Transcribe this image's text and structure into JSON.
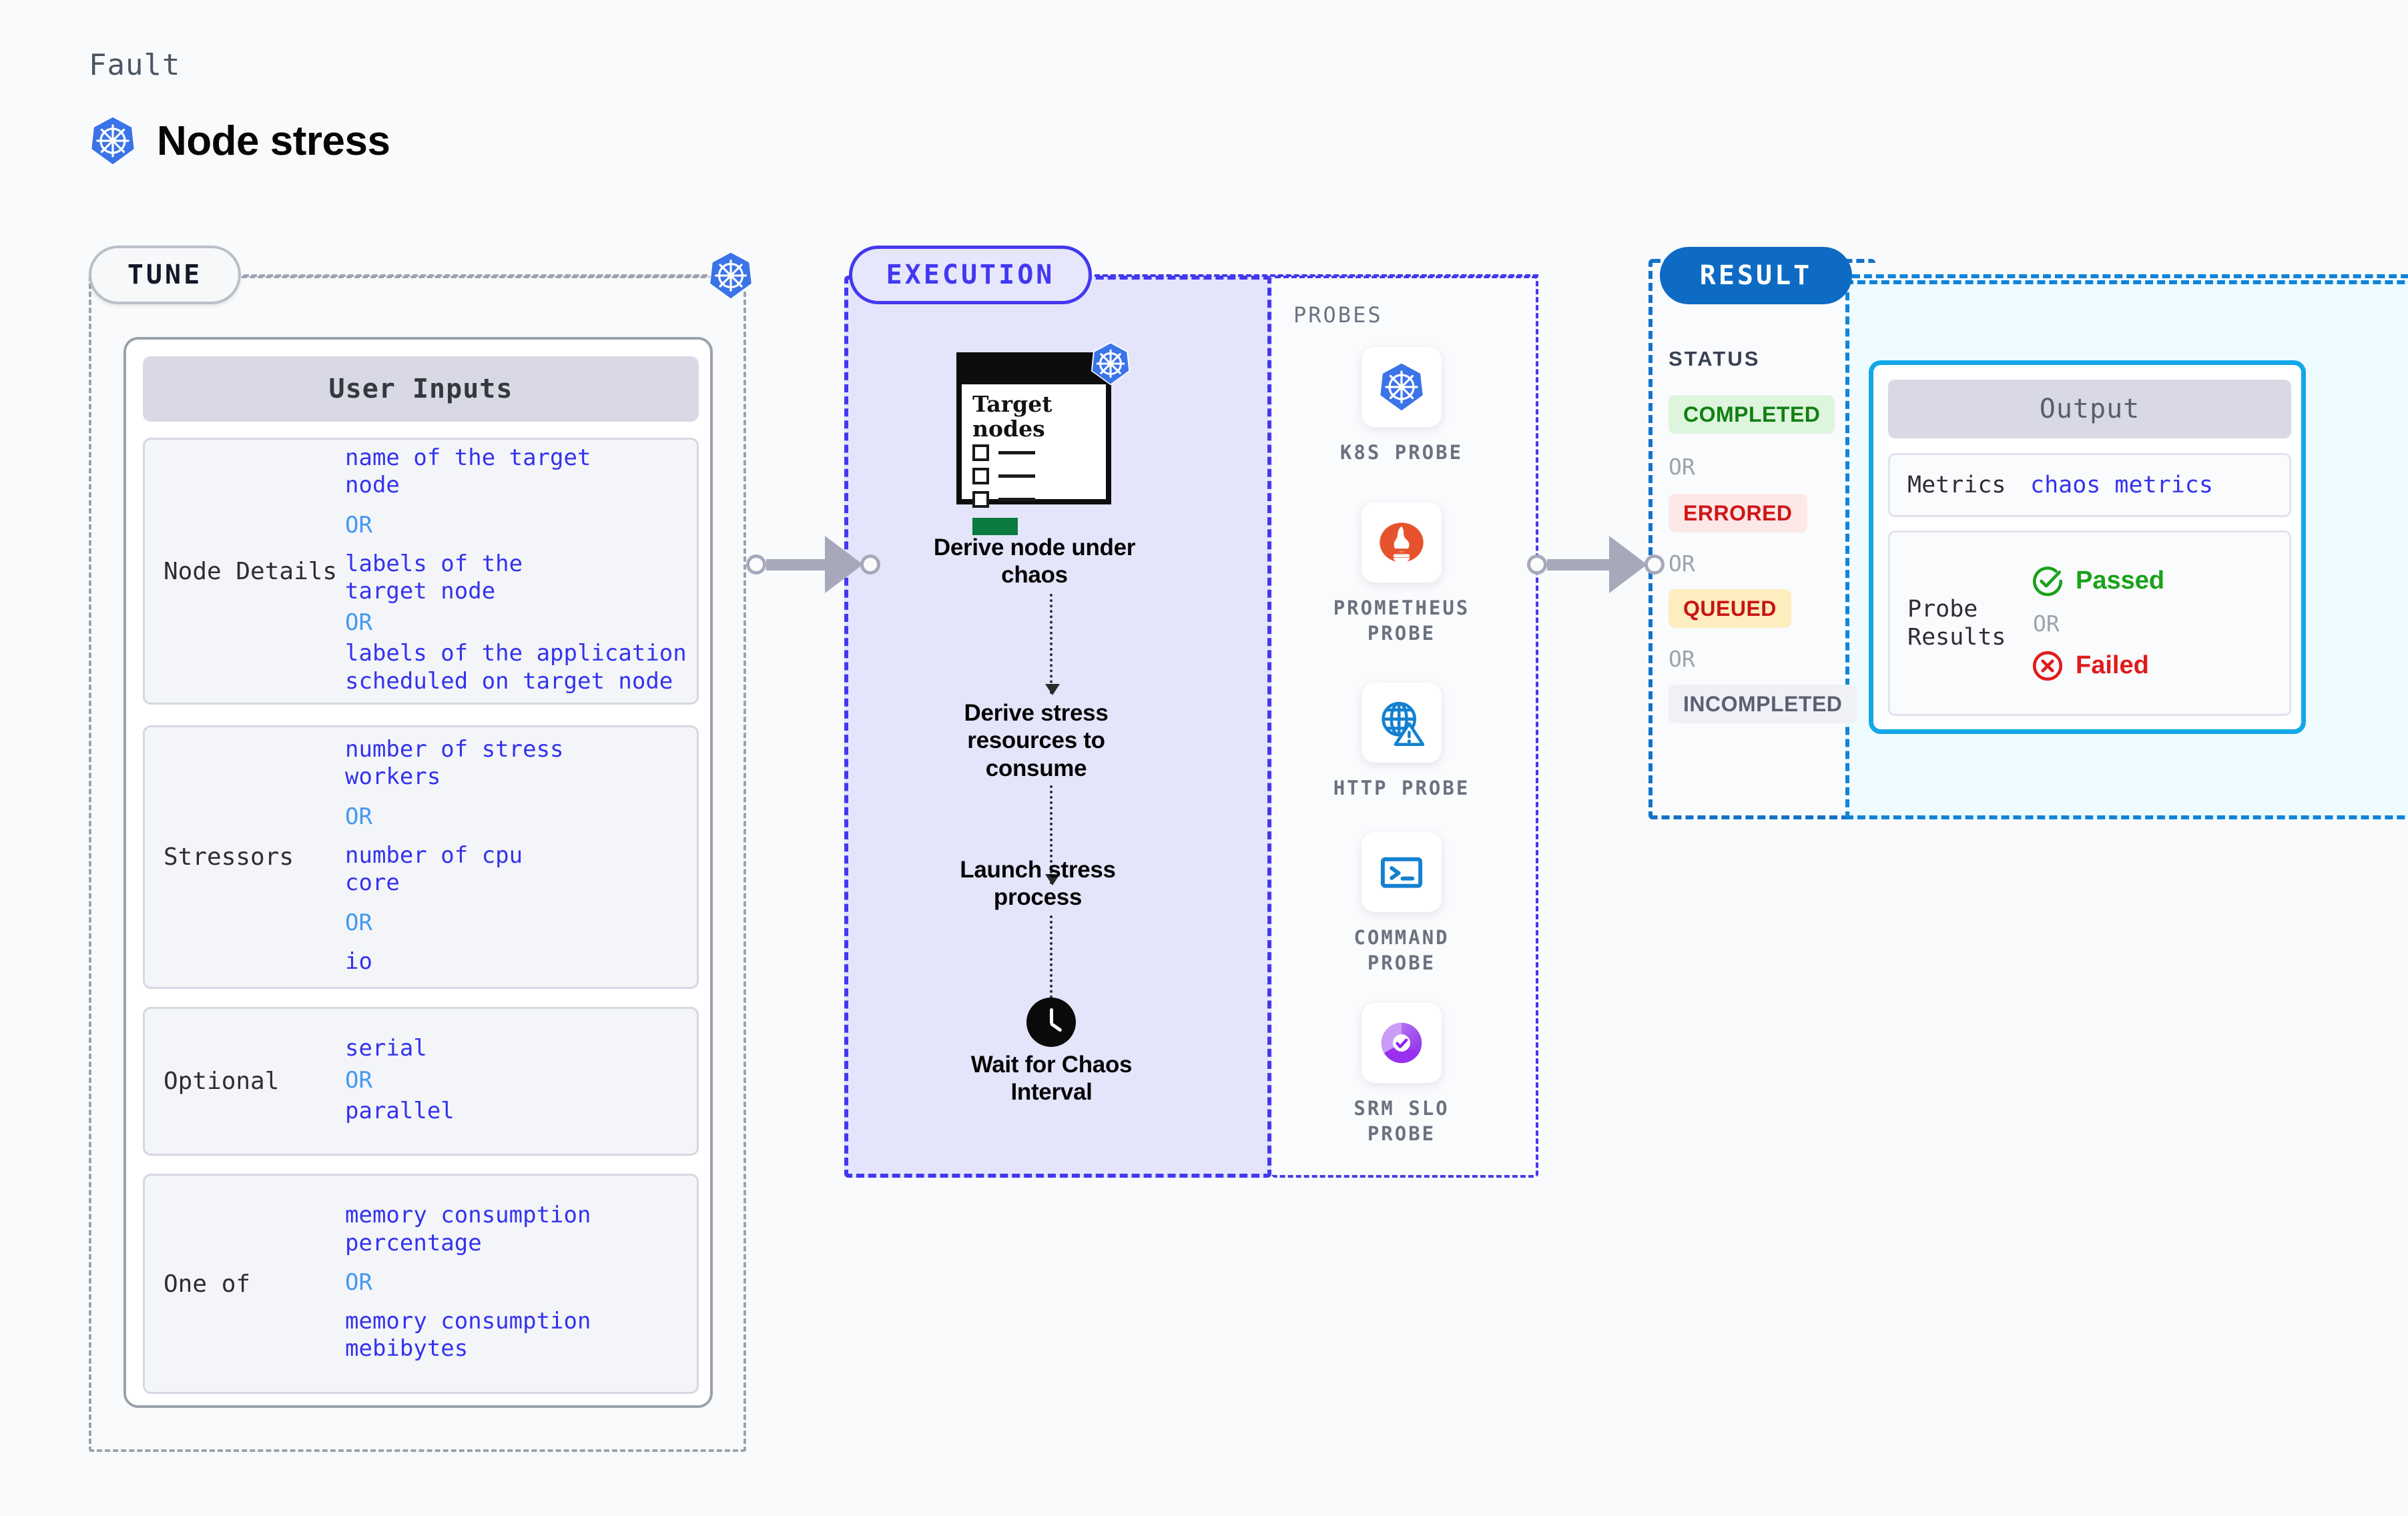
{
  "header": {
    "fault_label": "Fault",
    "title": "Node stress",
    "icon": "kubernetes-icon"
  },
  "tune": {
    "pill_label": "TUNE",
    "edge_icon": "kubernetes-icon",
    "card_header": "User Inputs",
    "rows": [
      {
        "label": "Node Details",
        "items": [
          "name of the target\nnode",
          "OR",
          "labels of the\ntarget node",
          "OR",
          "labels of the application\n scheduled on target node"
        ]
      },
      {
        "label": "Stressors",
        "items": [
          "number of stress\nworkers",
          "OR",
          "number of cpu\ncore",
          "OR",
          "io"
        ]
      },
      {
        "label": "Optional",
        "items": [
          "serial",
          "OR",
          "parallel"
        ]
      },
      {
        "label": "One of",
        "items": [
          "memory consumption\npercentage",
          "OR",
          "memory consumption\nmebibytes"
        ]
      }
    ]
  },
  "execution": {
    "pill_label": "EXECUTION",
    "target_card": {
      "title": "Target\nnodes",
      "badge_icon": "kubernetes-icon",
      "checkbox_rows": 3,
      "accent_color": "#0b7a3f"
    },
    "steps": [
      "Derive node under\nchaos",
      "Derive stress\nresources to\nconsume",
      "Launch stress\nprocess",
      "Wait for Chaos\nInterval"
    ],
    "final_step_icon": "clock-icon"
  },
  "probes": {
    "title": "PROBES",
    "items": [
      {
        "name": "K8S  PROBE",
        "icon": "kubernetes-icon",
        "color": "#3b73e8"
      },
      {
        "name": "PROMETHEUS\nPROBE",
        "icon": "prometheus-icon",
        "color": "#e6522c"
      },
      {
        "name": "HTTP  PROBE",
        "icon": "globe-warning-icon",
        "color": "#1480d0"
      },
      {
        "name": "COMMAND\nPROBE",
        "icon": "terminal-icon",
        "color": "#1480d0"
      },
      {
        "name": "SRM  SLO\nPROBE",
        "icon": "srm-slo-icon",
        "color": "#9333ea"
      }
    ]
  },
  "result": {
    "pill_label": "RESULT",
    "status_title": "STATUS",
    "statuses": [
      {
        "label": "COMPLETED",
        "text_color": "#128012",
        "bg_color": "#ddf5dd"
      },
      {
        "label": "OR",
        "text_color": "#9ca3af",
        "bg_color": "transparent"
      },
      {
        "label": "ERRORED",
        "text_color": "#d01616",
        "bg_color": "#fde8e8"
      },
      {
        "label": "OR",
        "text_color": "#9ca3af",
        "bg_color": "transparent"
      },
      {
        "label": "QUEUED",
        "text_color": "#c81414",
        "bg_color": "#fdedbf"
      },
      {
        "label": "OR",
        "text_color": "#9ca3af",
        "bg_color": "transparent"
      },
      {
        "label": "INCOMPLETED",
        "text_color": "#5a6072",
        "bg_color": "#f0f1f7"
      }
    ],
    "output": {
      "header": "Output",
      "metrics_label": "Metrics",
      "metrics_value": "chaos metrics",
      "probe_label": "Probe\nResults",
      "passed": "Passed",
      "or": "OR",
      "failed": "Failed",
      "passed_color": "#19a219",
      "failed_color": "#e01b1b"
    }
  }
}
